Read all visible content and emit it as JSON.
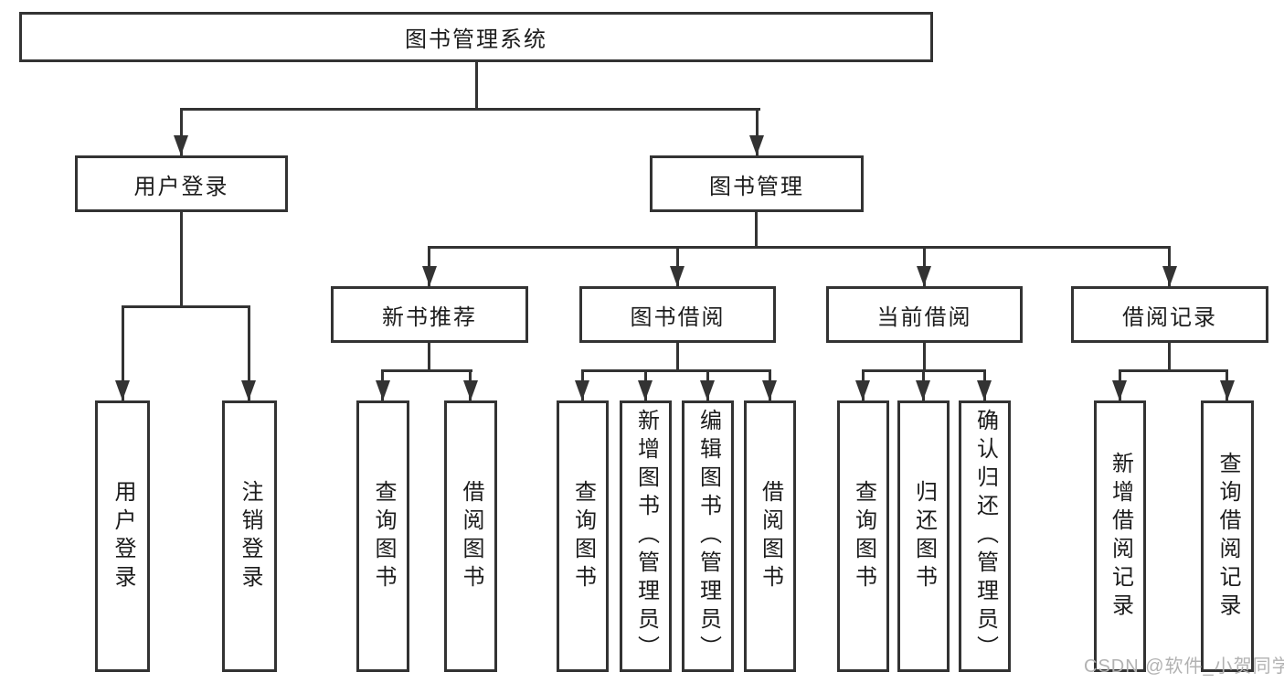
{
  "diagram": {
    "root": "图书管理系统",
    "branches": {
      "user_login": {
        "label": "用户登录",
        "children": [
          "用户登录",
          "注销登录"
        ]
      },
      "book_mgmt": {
        "label": "图书管理",
        "sections": [
          {
            "label": "新书推荐",
            "children": [
              "查询图书",
              "借阅图书"
            ]
          },
          {
            "label": "图书借阅",
            "children": [
              "查询图书",
              "新增图书（管理员）",
              "编辑图书（管理员）",
              "借阅图书"
            ]
          },
          {
            "label": "当前借阅",
            "children": [
              "查询图书",
              "归还图书",
              "确认归还（管理员）"
            ]
          },
          {
            "label": "借阅记录",
            "children": [
              "新增借阅记录",
              "查询借阅记录"
            ]
          }
        ]
      }
    }
  },
  "watermark": "CSDN @软件_小贺同学",
  "colors": {
    "line": "#333333",
    "text": "#1c1c1c",
    "watermark": "#b2b2b2",
    "background": "#ffffff"
  }
}
